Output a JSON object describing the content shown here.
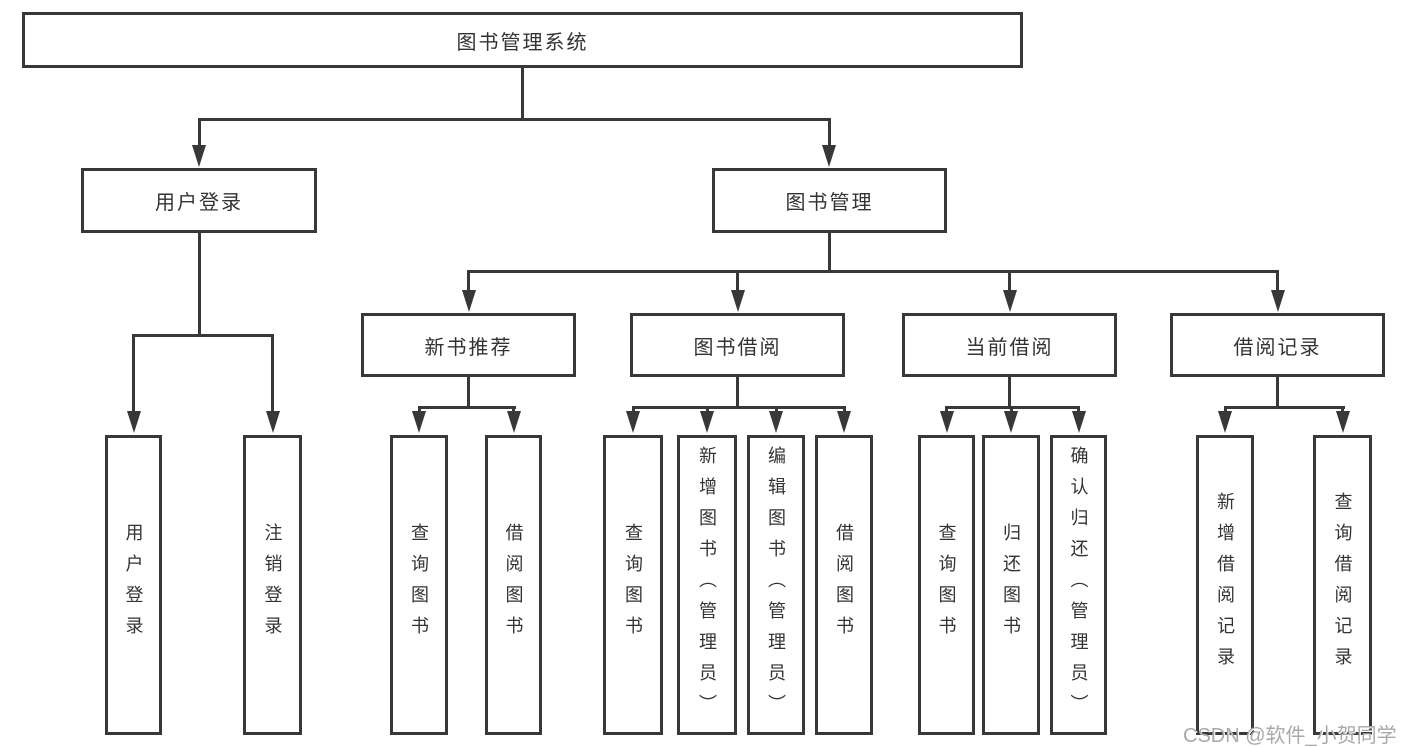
{
  "tree": {
    "label": "图书管理系统",
    "children": [
      {
        "label": "用户登录",
        "children": [
          {
            "label": "用户登录"
          },
          {
            "label": "注销登录"
          }
        ]
      },
      {
        "label": "图书管理",
        "children": [
          {
            "label": "新书推荐",
            "children": [
              {
                "label": "查询图书"
              },
              {
                "label": "借阅图书"
              }
            ]
          },
          {
            "label": "图书借阅",
            "children": [
              {
                "label": "查询图书"
              },
              {
                "label": "新增图书（管理员）"
              },
              {
                "label": "编辑图书（管理员）"
              },
              {
                "label": "借阅图书"
              }
            ]
          },
          {
            "label": "当前借阅",
            "children": [
              {
                "label": "查询图书"
              },
              {
                "label": "归还图书"
              },
              {
                "label": "确认归还（管理员）"
              }
            ]
          },
          {
            "label": "借阅记录",
            "children": [
              {
                "label": "新增借阅记录"
              },
              {
                "label": "查询借阅记录"
              }
            ]
          }
        ]
      }
    ]
  },
  "watermark": {
    "text": "CSDN @软件_小贺同学"
  },
  "colors": {
    "line": "#383838",
    "box_fill": "#ffffff",
    "text": "#333333",
    "watermark": "#a9a9a9"
  }
}
